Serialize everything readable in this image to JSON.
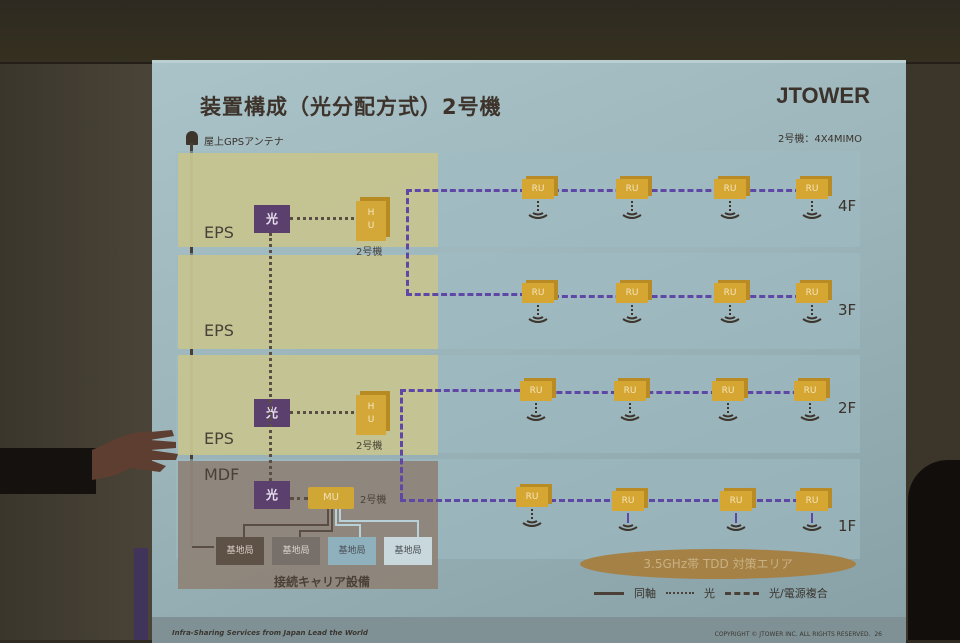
{
  "slide": {
    "title": "装置構成（光分配方式）2号機",
    "brand": "JTOWER",
    "model_note": "2号機：4X4MIMO",
    "gps_label": "屋上GPSアンテナ",
    "footer_left": "Infra-Sharing Services from Japan Lead the World",
    "footer_right": "COPYRIGHT © JTOWER INC. ALL RIGHTS RESERVED.",
    "page_number": "26"
  },
  "shafts": [
    {
      "label": "EPS",
      "floor": "4F"
    },
    {
      "label": "EPS",
      "floor": "3F"
    },
    {
      "label": "EPS",
      "floor": "2F"
    },
    {
      "label": "MDF",
      "floor": "1F"
    }
  ],
  "devices": {
    "optical_label": "光",
    "hu_line1": "H",
    "hu_line2": "U",
    "hu_caption": "2号機",
    "mu_label": "MU",
    "mu_caption": "2号機",
    "ru_label": "RU"
  },
  "floors": [
    {
      "label": "4F",
      "ru_count": 4
    },
    {
      "label": "3F",
      "ru_count": 4
    },
    {
      "label": "2F",
      "ru_count": 4
    },
    {
      "label": "1F",
      "ru_count": 4
    }
  ],
  "base_stations": [
    {
      "label": "基地局",
      "bg": "#5e5146",
      "fg": "#d9d0c6"
    },
    {
      "label": "基地局",
      "bg": "#77706a",
      "fg": "#d9d4cf"
    },
    {
      "label": "基地局",
      "bg": "#8fb0bd",
      "fg": "#4a4f55"
    },
    {
      "label": "基地局",
      "bg": "#c8d8dc",
      "fg": "#4a4f55"
    }
  ],
  "carrier_equipment_label": "接続キャリア設備",
  "coverage_area": "3.5GHz帯 TDD 対策エリア",
  "legend": {
    "coax": "同軸",
    "optical": "光",
    "hybrid": "光/電源複合"
  },
  "colors": {
    "purple_dash": "#5f47a6",
    "ru_gold": "#d6a632",
    "optical_purple": "#5b3f6c",
    "eps_yellow": "#c8c48e",
    "mdf_gray": "#8e8276"
  }
}
